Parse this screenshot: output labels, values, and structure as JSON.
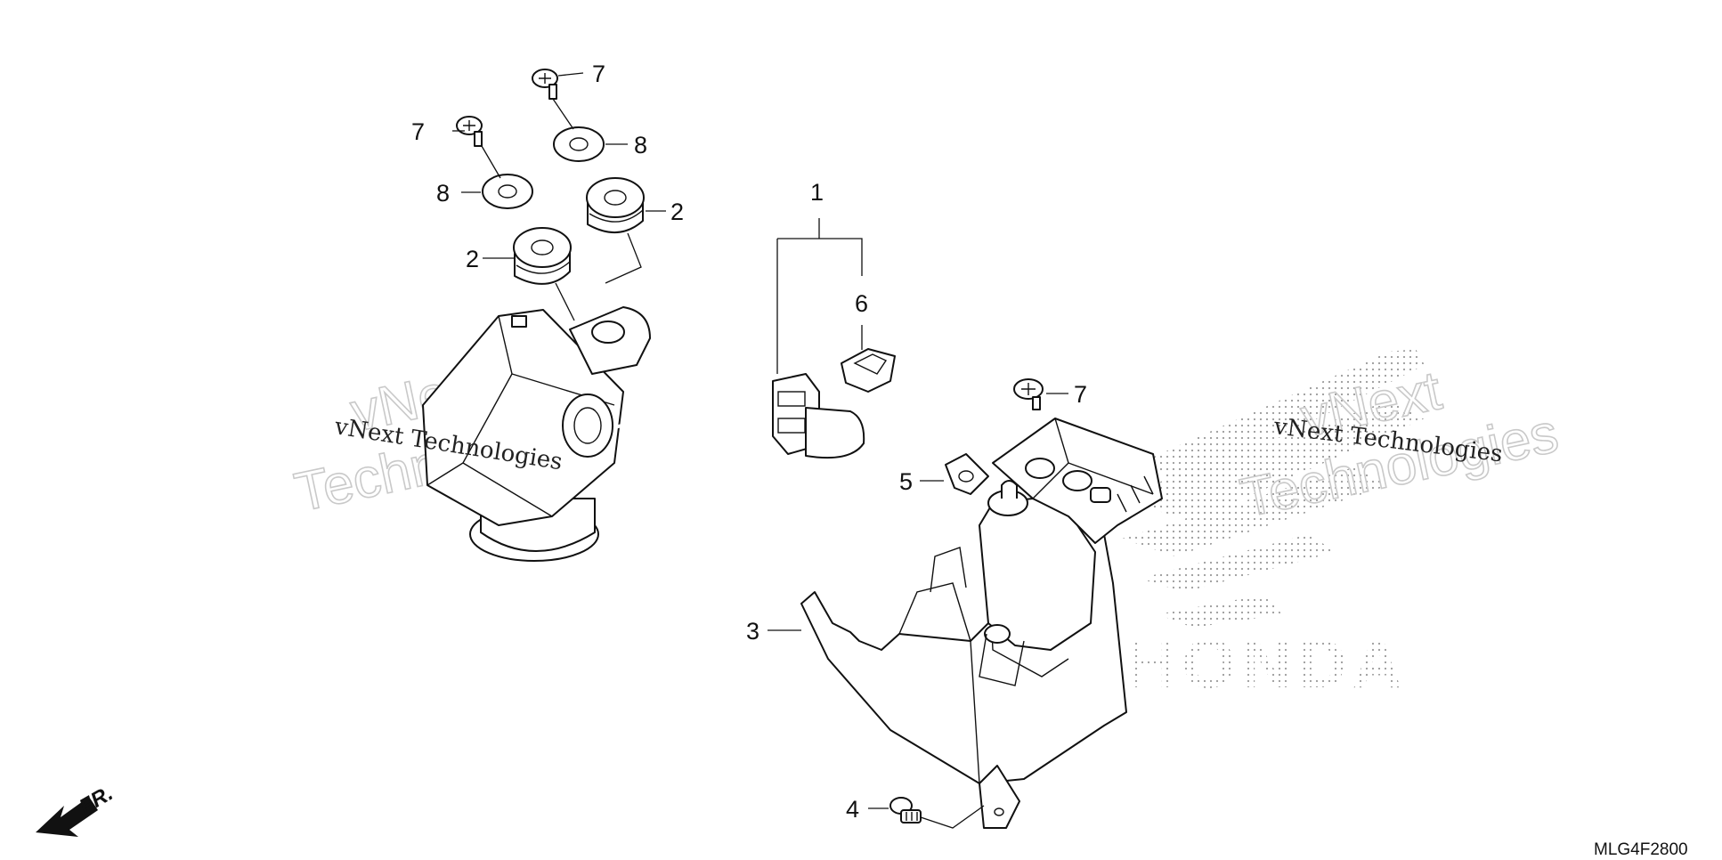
{
  "diagram": {
    "code": "MLG4F2800",
    "front_indicator": "FR.",
    "callouts": [
      "1",
      "2",
      "2",
      "3",
      "4",
      "5",
      "6",
      "7",
      "7",
      "7",
      "8",
      "8"
    ],
    "watermark": {
      "small_text": "vNext Technologies",
      "large_line1": "vNext",
      "large_line2": "Technologies",
      "logo_text": "HONDA"
    }
  }
}
